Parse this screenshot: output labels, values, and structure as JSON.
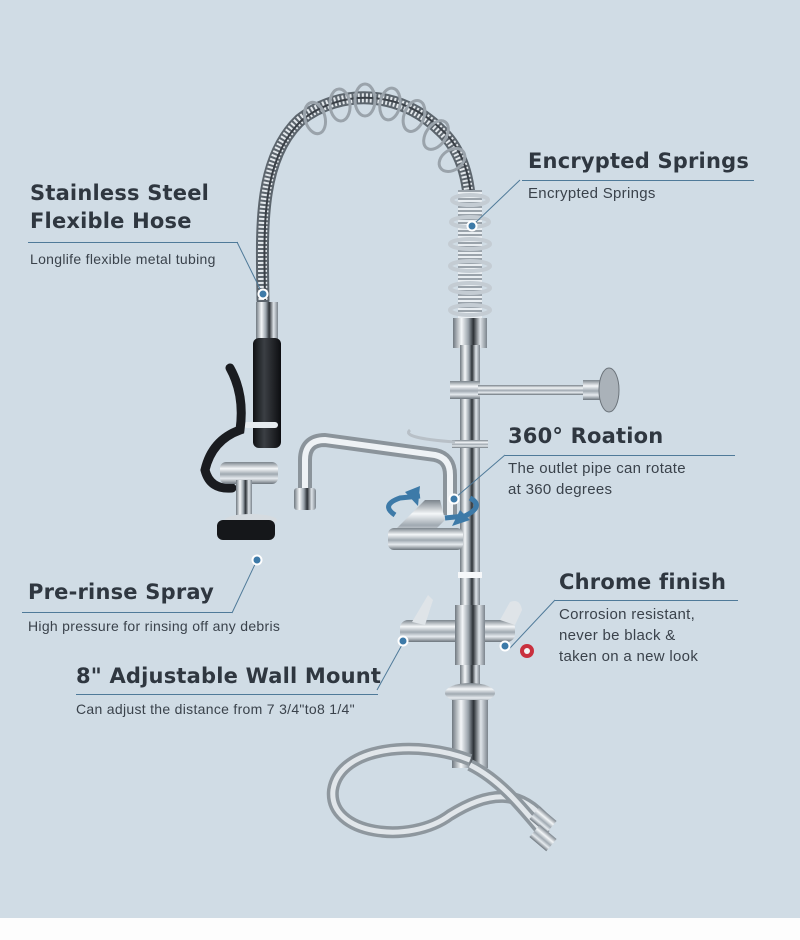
{
  "page": {
    "background_color": "#d0dce5",
    "accent_color": "#3d7aa8",
    "text_color": "#2f3740"
  },
  "features": [
    {
      "id": "hose",
      "title_line1": "Stainless Steel",
      "title_line2": "Flexible Hose",
      "description": "Longlife flexible metal tubing"
    },
    {
      "id": "springs",
      "title": "Encrypted Springs",
      "description": "Encrypted Springs"
    },
    {
      "id": "rotation",
      "title": "360° Roation",
      "description_line1": "The outlet pipe can rotate",
      "description_line2": "at 360 degrees"
    },
    {
      "id": "spray",
      "title": "Pre-rinse Spray",
      "description": "High pressure for rinsing off any debris"
    },
    {
      "id": "chrome",
      "title": "Chrome finish",
      "description_line1": "Corrosion resistant,",
      "description_line2": "never be black &",
      "description_line3": "taken on a new look"
    },
    {
      "id": "wall-mount",
      "title": "8\" Adjustable Wall Mount",
      "description": "Can adjust the distance from 7 3/4\"to8 1/4\""
    }
  ]
}
